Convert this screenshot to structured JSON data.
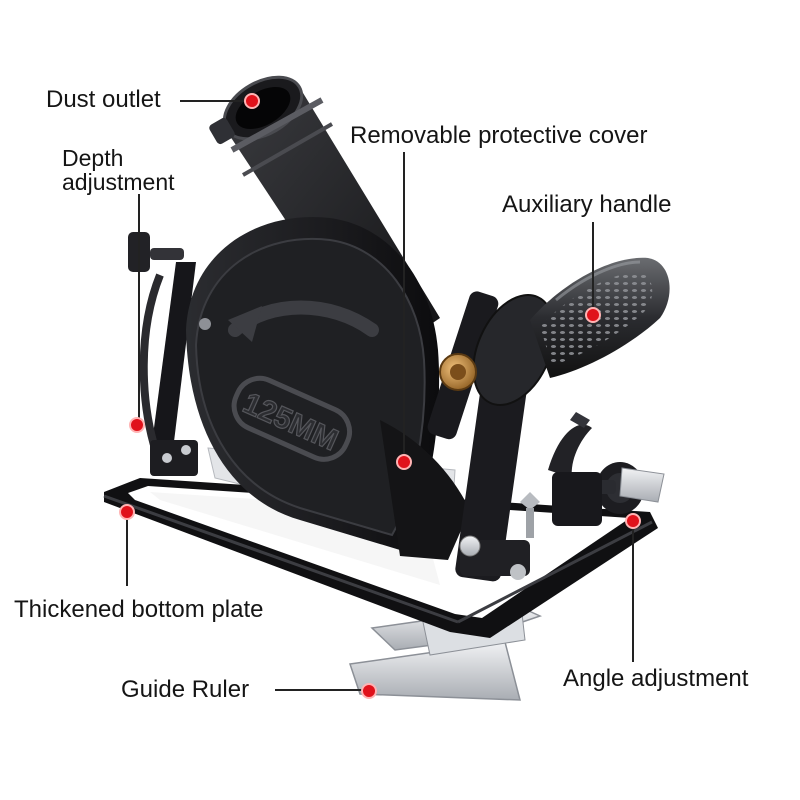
{
  "image": {
    "subject": "angle grinder cutting stand",
    "disk_marking": "125MM"
  },
  "callouts": {
    "dust_outlet": "Dust outlet",
    "depth_adjustment_line1": "Depth",
    "depth_adjustment_line2": "adjustment",
    "removable_cover": "Removable protective cover",
    "auxiliary_handle": "Auxiliary handle",
    "thickened_plate": "Thickened bottom plate",
    "guide_ruler": "Guide Ruler",
    "angle_adjustment": "Angle adjustment"
  },
  "colors": {
    "marker": "#e0121b",
    "leader_line": "#222222",
    "body": "#1c1c1e",
    "metal": "#cfd2d6",
    "brass": "#c4893a"
  }
}
